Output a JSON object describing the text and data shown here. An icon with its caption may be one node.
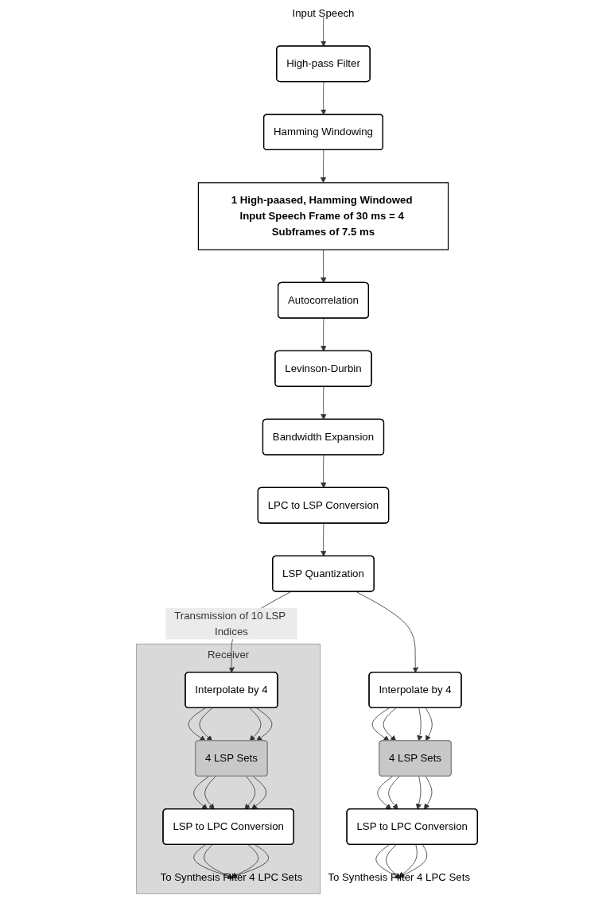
{
  "diagram": {
    "nodes": [
      {
        "text": [
          "Input Speech"
        ]
      },
      {
        "text": [
          "High-pass Filter"
        ]
      },
      {
        "text": [
          "Hamming Windowing"
        ]
      },
      {
        "text": [
          "1 High-paased, Hamming Windowed Input Speech Frame of 30 ms = 4 Subframes of 7.5 ms"
        ]
      },
      {
        "text": [
          "Autocorrelation"
        ]
      },
      {
        "text": [
          "Levinson-Durbin"
        ]
      },
      {
        "text": [
          "Bandwidth Expansion"
        ]
      },
      {
        "text": [
          "LPC to LSP Conversion"
        ]
      },
      {
        "text": [
          "LSP Quantization"
        ]
      },
      {
        "text": [
          "Interpolate by 4"
        ]
      },
      {
        "text": [
          "4 LSP Sets"
        ]
      },
      {
        "text": [
          "LSP to LPC Conversion"
        ]
      },
      {
        "text": [
          "To Synthesis Filter 4 LPC Sets"
        ]
      },
      {
        "text": [
          "Receiver"
        ]
      },
      {
        "text": [
          "Interpolate by 4"
        ],
        "in": 13
      },
      {
        "text": [
          "4 LSP Sets"
        ],
        "in": 13
      },
      {
        "text": [
          "LSP to LPC Conversion"
        ],
        "in": 13
      },
      {
        "text": [
          "To Synthesis Filter 4 LPC Sets"
        ],
        "in": 13
      }
    ],
    "edges": [
      {
        "from": 0,
        "to": 1,
        "arrow": "to"
      },
      {
        "from": 1,
        "to": 2,
        "arrow": "to"
      },
      {
        "from": 2,
        "to": 3,
        "arrow": "to"
      },
      {
        "from": 3,
        "to": 4,
        "arrow": "to"
      },
      {
        "from": 4,
        "to": 5,
        "arrow": "to"
      },
      {
        "from": 5,
        "to": 6,
        "arrow": "to"
      },
      {
        "from": 6,
        "to": 7,
        "arrow": "to"
      },
      {
        "from": 7,
        "to": 8,
        "arrow": "to"
      },
      {
        "from": 8,
        "to": 9,
        "arrow": "to"
      },
      {
        "from": 8,
        "to": 14,
        "arrow": "to",
        "label": "Transmission of 10 LSP Indices"
      },
      {
        "from": 9,
        "to": 10,
        "arrow": "to"
      },
      {
        "from": 9,
        "to": 10,
        "arrow": "to"
      },
      {
        "from": 9,
        "to": 10,
        "arrow": "to"
      },
      {
        "from": 9,
        "to": 10,
        "arrow": "to"
      },
      {
        "from": 10,
        "to": 11,
        "arrow": "to"
      },
      {
        "from": 10,
        "to": 11,
        "arrow": "to"
      },
      {
        "from": 10,
        "to": 11,
        "arrow": "to"
      },
      {
        "from": 10,
        "to": 11,
        "arrow": "to"
      },
      {
        "from": 11,
        "to": 12,
        "arrow": "to"
      },
      {
        "from": 11,
        "to": 12,
        "arrow": "to"
      },
      {
        "from": 11,
        "to": 12,
        "arrow": "to"
      },
      {
        "from": 11,
        "to": 12,
        "arrow": "to"
      },
      {
        "from": 14,
        "to": 15,
        "arrow": "to"
      },
      {
        "from": 14,
        "to": 15,
        "arrow": "to"
      },
      {
        "from": 14,
        "to": 15,
        "arrow": "to"
      },
      {
        "from": 14,
        "to": 15,
        "arrow": "to"
      },
      {
        "from": 15,
        "to": 16,
        "arrow": "to"
      },
      {
        "from": 15,
        "to": 16,
        "arrow": "to"
      },
      {
        "from": 15,
        "to": 16,
        "arrow": "to"
      },
      {
        "from": 15,
        "to": 16,
        "arrow": "to"
      },
      {
        "from": 16,
        "to": 17,
        "arrow": "to"
      },
      {
        "from": 16,
        "to": 17,
        "arrow": "to"
      },
      {
        "from": 16,
        "to": 17,
        "arrow": "to"
      },
      {
        "from": 16,
        "to": 17,
        "arrow": "to"
      }
    ]
  }
}
